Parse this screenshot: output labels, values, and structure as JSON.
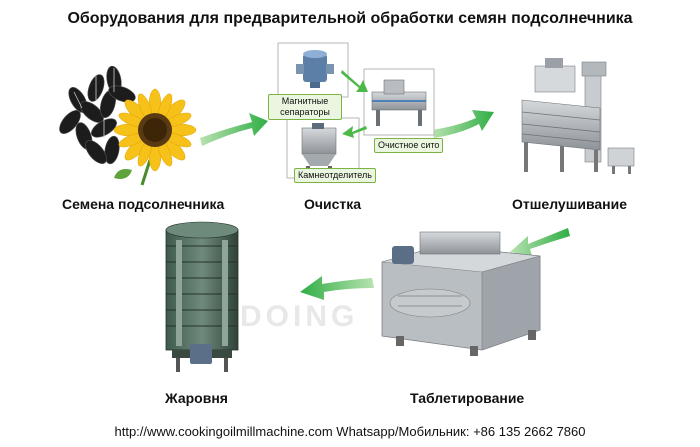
{
  "title": "Оборудования для предварительной обработки семян подсолнечника",
  "stages": {
    "seeds": "Семена подсолнечника",
    "cleaning": "Очистка",
    "dehulling": "Отшелушивание",
    "flaking": "Таблетирование",
    "roaster": "Жаровня"
  },
  "cleaning_parts": {
    "magnetic": "Магнитные сепараторы",
    "sieve": "Очистное сито",
    "destoner": "Камнеотделитель"
  },
  "watermark": "DOING",
  "footer": "http://www.cookingoilmillmachine.com  Whatsapp/Мобильник: +86 135 2662 7860",
  "colors": {
    "arrow": "#3bb54a",
    "machine": "#9aa0a6"
  }
}
